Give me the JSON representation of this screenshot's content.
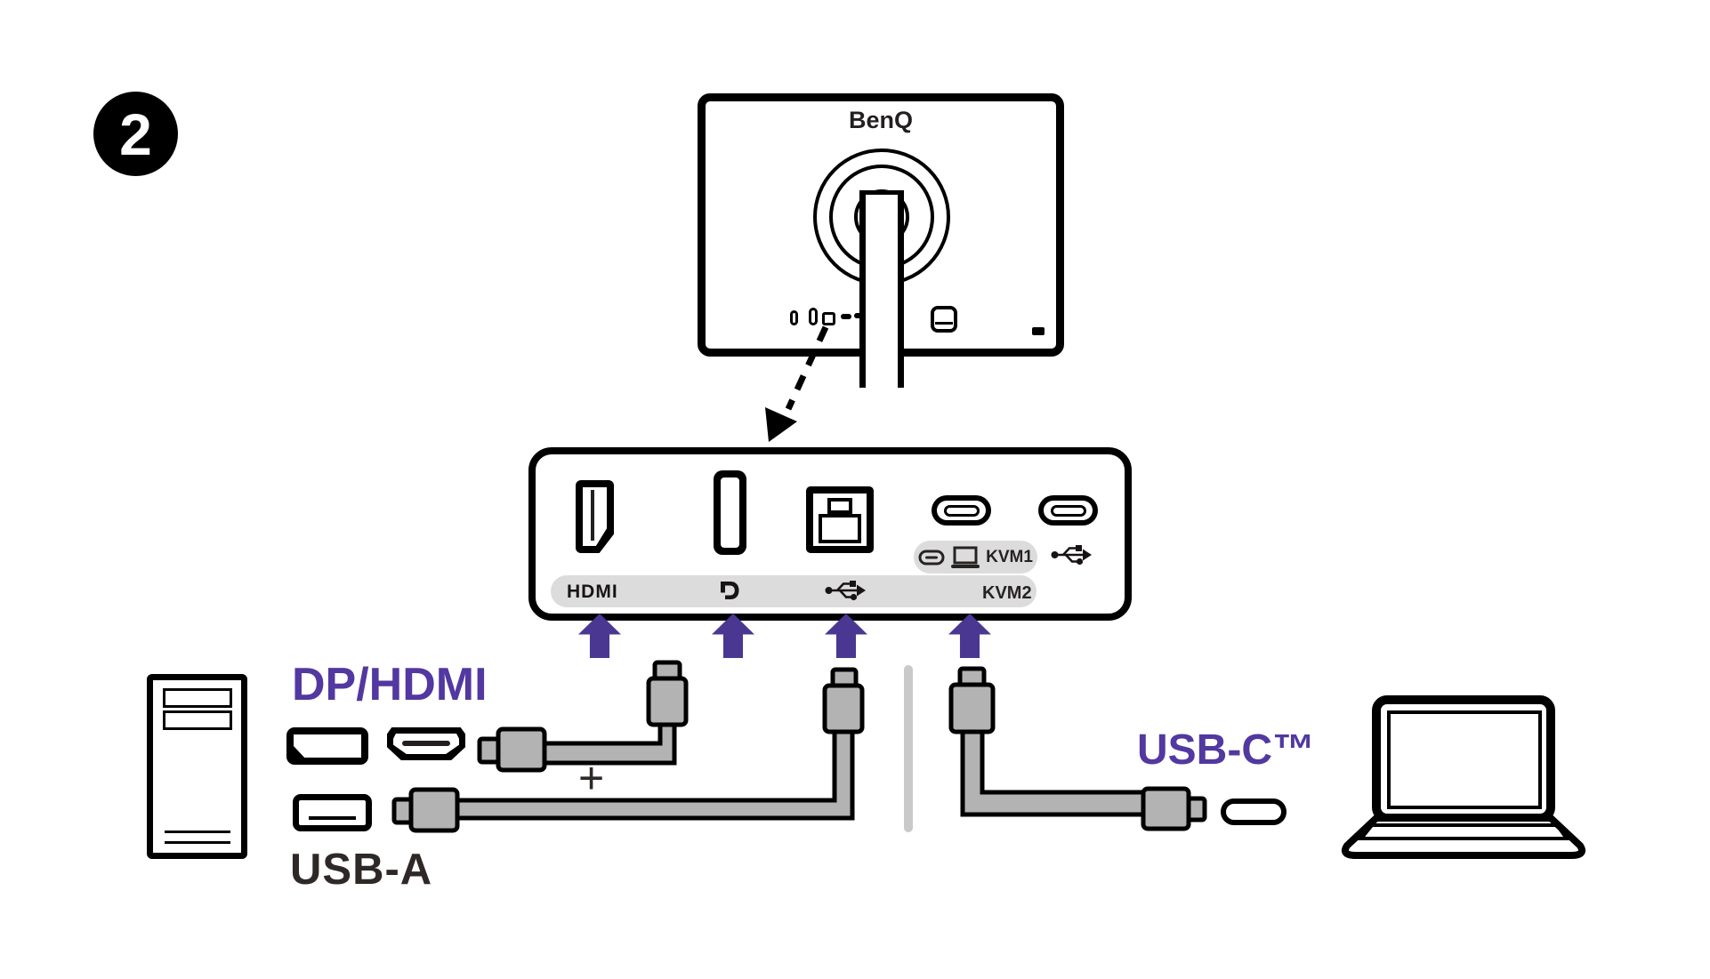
{
  "step": {
    "number": "2"
  },
  "monitor": {
    "brand_logo": "BenQ"
  },
  "ports_panel": {
    "labels": {
      "hdmi": "HDMI",
      "kvm1": "KVM1",
      "kvm2": "KVM2"
    },
    "icons": [
      "hdmi-port",
      "displayport-port",
      "usb-b-port",
      "usb-c-port",
      "usb-c-port",
      "displayport-logo",
      "usb-trident",
      "usb-c-plug",
      "laptop"
    ]
  },
  "connections": {
    "pc": {
      "video_label": "DP/HDMI",
      "plus": "+",
      "usb_label": "USB-A"
    },
    "laptop": {
      "label": "USB-C™"
    }
  },
  "colors": {
    "accent_purple": "#4a3792",
    "label_purple": "#5238a0",
    "line_black": "#000000",
    "text_dark": "#2e2826",
    "cable_gray": "#b3b3b3",
    "band_gray": "#dcdcdc",
    "divider_gray": "#c9c9c9"
  }
}
